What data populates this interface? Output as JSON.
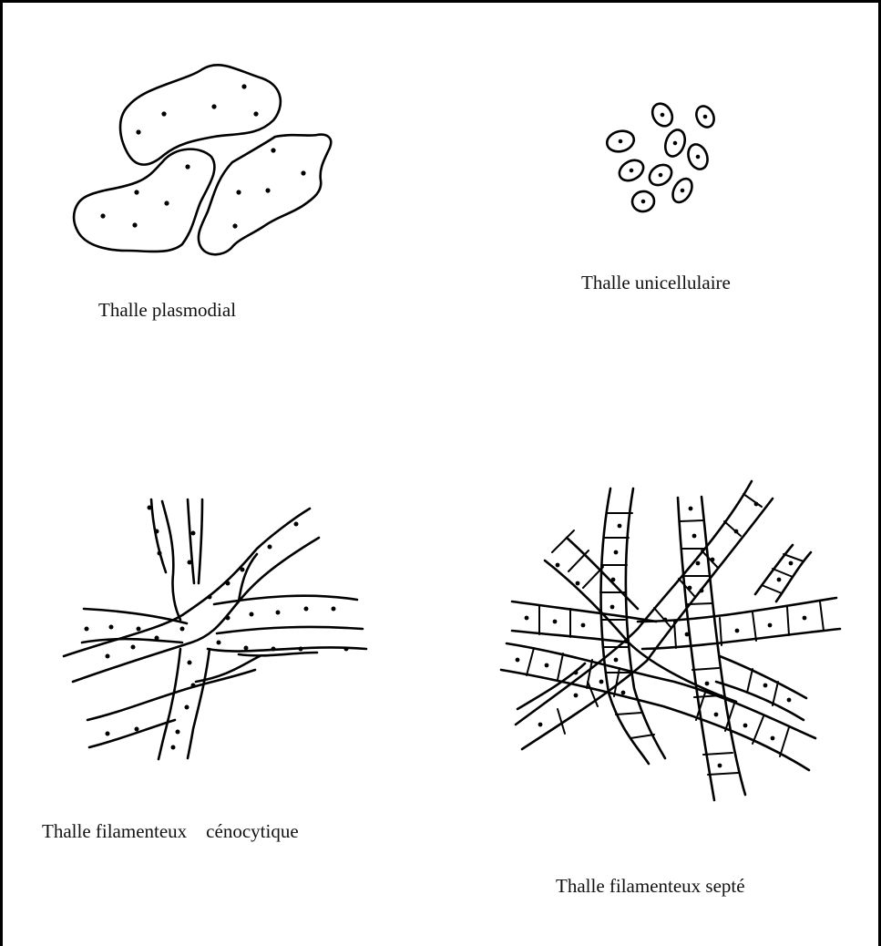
{
  "labels": {
    "plasmodial": "Thalle plasmodial",
    "unicellular": "Thalle unicellulaire",
    "coenocytic": "Thalle filamenteux    cénocytique",
    "septate": "Thalle filamenteux septé"
  },
  "colors": {
    "ink": "#000000",
    "background": "#ffffff"
  }
}
